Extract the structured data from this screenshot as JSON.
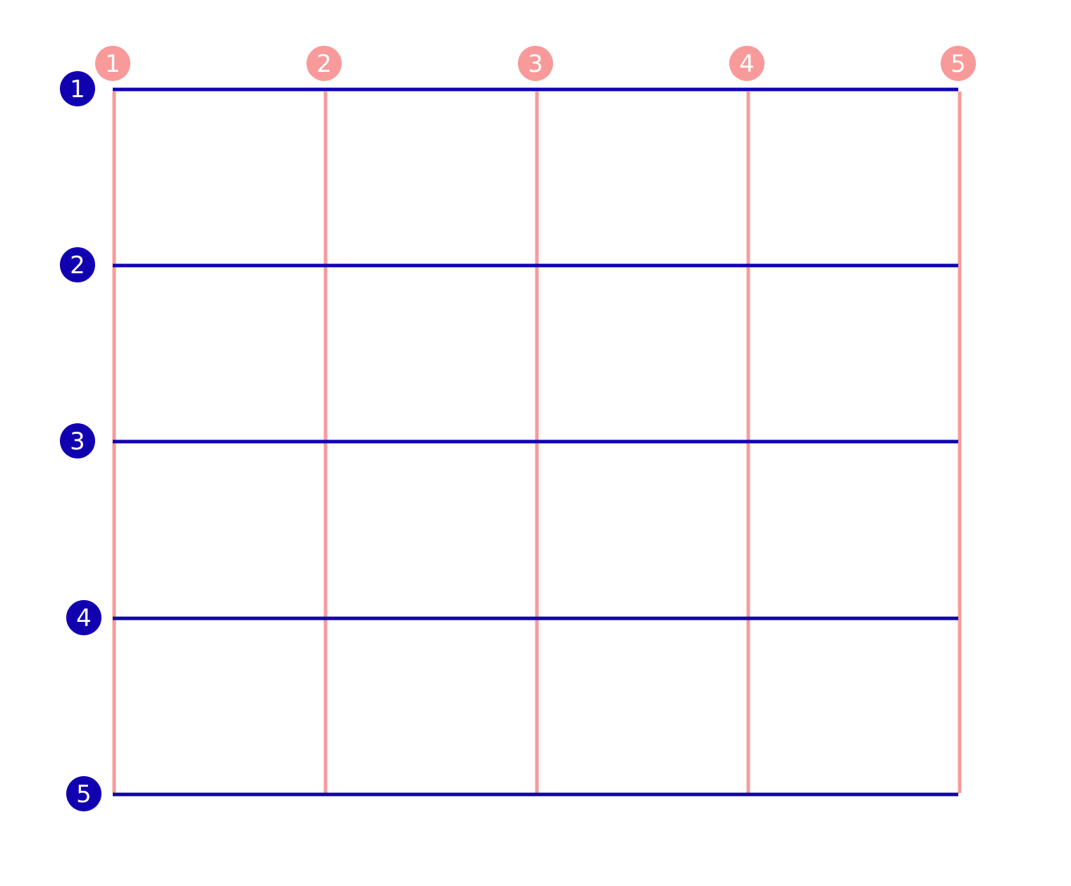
{
  "diagram": {
    "colors": {
      "column_line": "#f89a9a",
      "row_line": "#1100b0",
      "background": "#ffffff",
      "label_text": "#ffffff"
    },
    "columns": [
      {
        "label": "1"
      },
      {
        "label": "2"
      },
      {
        "label": "3"
      },
      {
        "label": "4"
      },
      {
        "label": "5"
      }
    ],
    "rows": [
      {
        "label": "1"
      },
      {
        "label": "2"
      },
      {
        "label": "3"
      },
      {
        "label": "4"
      },
      {
        "label": "5"
      }
    ]
  }
}
